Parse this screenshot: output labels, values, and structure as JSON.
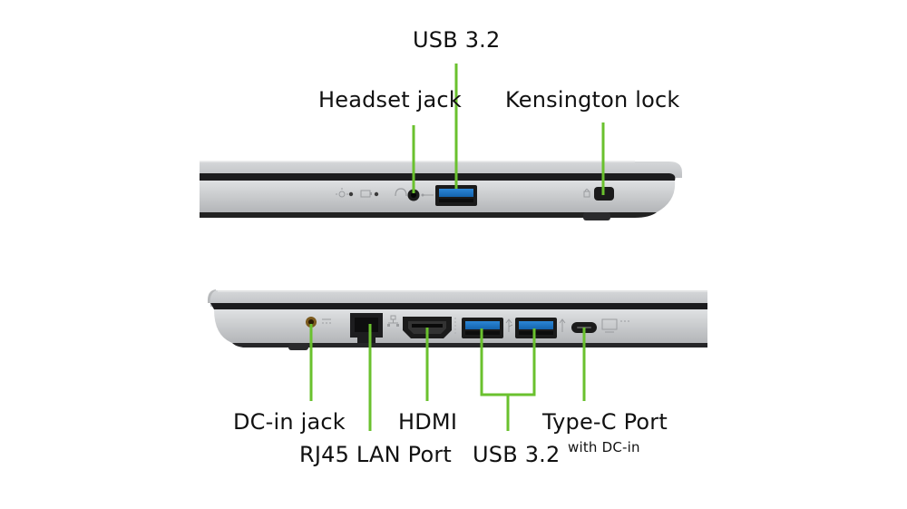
{
  "accent_color": "#6ac12e",
  "body_color": "#c4c6c8",
  "top_view": {
    "labels": {
      "usb": "USB 3.2",
      "headset": "Headset jack",
      "kensington": "Kensington lock"
    }
  },
  "bottom_view": {
    "labels": {
      "dc_in": "DC-in jack",
      "rj45": "RJ45 LAN Port",
      "hdmi": "HDMI",
      "usb": "USB 3.2",
      "type_c": "Type-C Port",
      "type_c_sub": "with DC-in"
    }
  },
  "icons": [
    "power-indicator-icon",
    "battery-indicator-icon",
    "headset-icon",
    "usb-icon",
    "lock-icon",
    "dc-in-icon",
    "lan-icon",
    "hdmi-icon",
    "usb-c-icon",
    "display-icon"
  ]
}
